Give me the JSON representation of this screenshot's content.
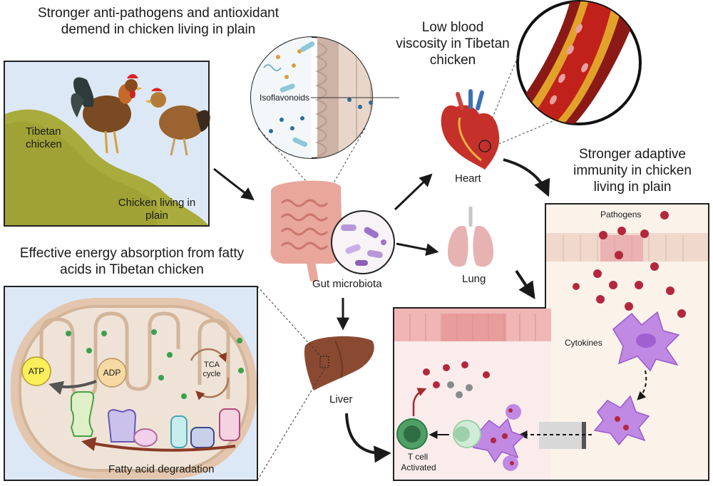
{
  "titles": {
    "anti_pathogen": "Stronger anti-pathogens and antioxidant demend in chicken living in plain",
    "blood_viscosity": "Low blood viscosity in Tibetan chicken",
    "adaptive_immunity": "Stronger adaptive immunity in chicken living in plain",
    "energy_absorption": "Effective energy absorption from fatty acids in Tibetan chicken"
  },
  "labels": {
    "tibetan_chicken": "Tibetan chicken",
    "plain_chicken": "Chicken living in plain",
    "isoflavonoids": "Isoflavonoids",
    "gut_microbiota": "Gut microbiota",
    "heart": "Heart",
    "lung": "Lung",
    "liver": "Liver",
    "pathogens": "Pathogens",
    "cytokines": "Cytokines",
    "t_cell": "T cell",
    "activated": "Activated",
    "atp": "ATP",
    "adp": "ADP",
    "tca": "TCA",
    "cycle": "cycle",
    "fatty_acid": "Fatty acid degradation"
  },
  "colors": {
    "arrow": "#1a1a1a",
    "hill": "#a9ab3c",
    "sky": "#dde8f6",
    "mito_outer": "#e3c6ad",
    "mito_inner": "#efe3d7",
    "atp": "#f8ef5a",
    "adp": "#f7d9a3",
    "intestine": "#e9a79c",
    "pathogen": "#b3273e",
    "dendritic": "#c089e4",
    "liver": "#8a4a32",
    "lung": "#e7b2b2"
  }
}
